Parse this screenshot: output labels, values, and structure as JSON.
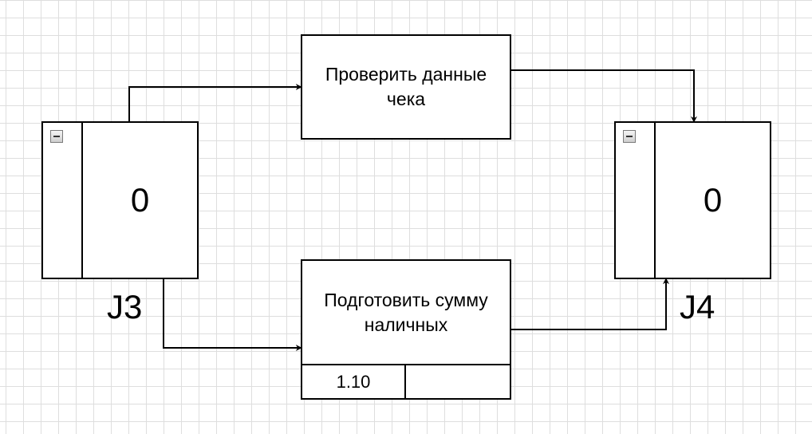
{
  "diagram": {
    "processes": [
      {
        "id": "check-receipt",
        "text": "Проверить данные\nчека",
        "ref_number": "",
        "ref_extra": ""
      },
      {
        "id": "prepare-cash",
        "text": "Подготовить сумму\nналичных",
        "ref_number": "1.10",
        "ref_extra": ""
      }
    ],
    "junctions": [
      {
        "id": "J3",
        "value": "0",
        "label": "J3"
      },
      {
        "id": "J4",
        "value": "0",
        "label": "J4"
      }
    ],
    "connections": [
      {
        "from": "J3",
        "to": "check-receipt"
      },
      {
        "from": "J3",
        "to": "prepare-cash"
      },
      {
        "from": "check-receipt",
        "to": "J4"
      },
      {
        "from": "prepare-cash",
        "to": "J4"
      }
    ],
    "colors": {
      "line": "#000000",
      "grid": "#dedede",
      "background": "#ffffff"
    }
  }
}
